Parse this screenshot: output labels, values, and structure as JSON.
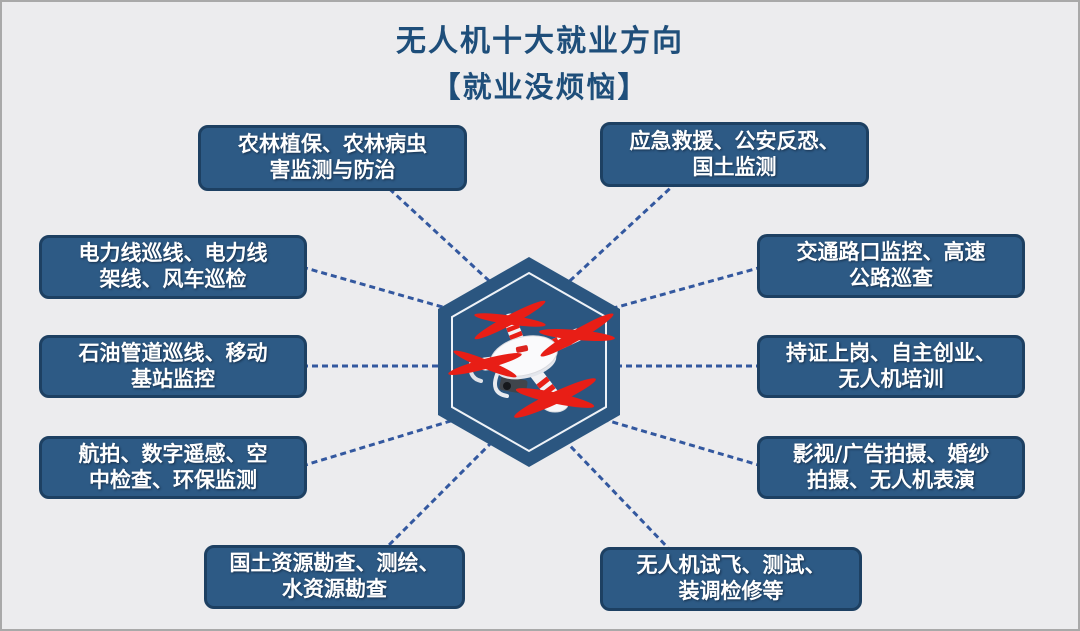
{
  "header": {
    "title": "无人机十大就业方向",
    "subtitle": "【就业没烦恼】"
  },
  "center": {
    "icon": "drone-icon",
    "shape": "hexagon"
  },
  "colors": {
    "background": "#ececee",
    "frame_border": "#a9a9a9",
    "title_text": "#1e4e7a",
    "box_fill": "#2d5a85",
    "box_border": "#1d4062",
    "box_text": "#ffffff",
    "hexagon_fill": "#2b5680",
    "hexagon_inner_outline": "#eef2f7",
    "connector_dash": "#33589f",
    "propeller_red": "#e81e16"
  },
  "nodes": [
    {
      "id": "agriculture",
      "line1": "农林植保、农林病虫",
      "line2": "害监测与防治"
    },
    {
      "id": "emergency",
      "line1": "应急救援、公安反恐、",
      "line2": "国土监测"
    },
    {
      "id": "power-line",
      "line1": "电力线巡线、电力线",
      "line2": "架线、风车巡检"
    },
    {
      "id": "traffic",
      "line1": "交通路口监控、高速",
      "line2": "公路巡查"
    },
    {
      "id": "oil-pipeline",
      "line1": "石油管道巡线、移动",
      "line2": "基站监控"
    },
    {
      "id": "certification",
      "line1": "持证上岗、自主创业、",
      "line2": "无人机培训"
    },
    {
      "id": "aerial-photo",
      "line1": "航拍、数字遥感、空",
      "line2": "中检查、环保监测"
    },
    {
      "id": "film-ad",
      "line1": "影视/广告拍摄、婚纱",
      "line2": "拍摄、无人机表演"
    },
    {
      "id": "land-survey",
      "line1": "国土资源勘查、测绘、",
      "line2": "水资源勘查"
    },
    {
      "id": "drone-testing",
      "line1": "无人机试飞、测试、",
      "line2": "装调检修等"
    }
  ]
}
